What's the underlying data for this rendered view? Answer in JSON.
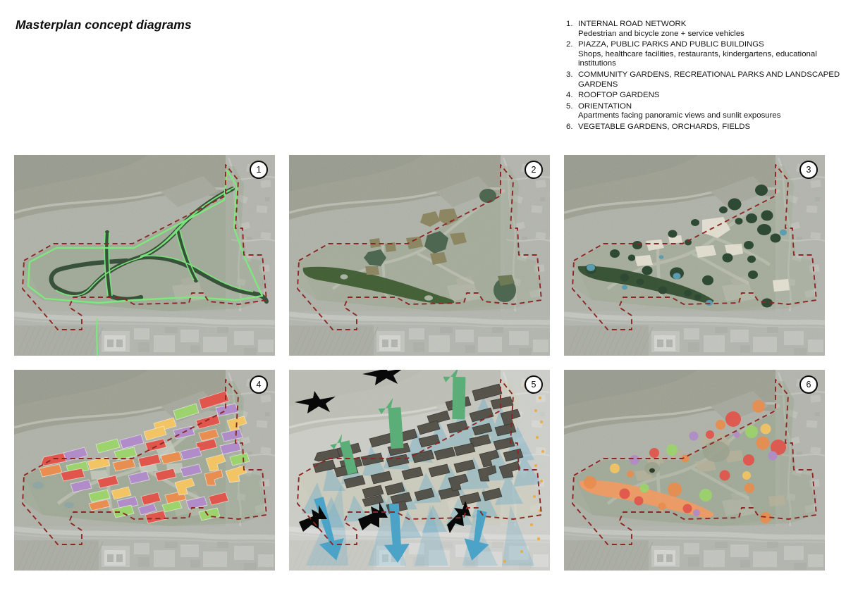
{
  "page": {
    "title": "Masterplan concept diagrams"
  },
  "legend": {
    "items": [
      {
        "number": "1.",
        "title": "INTERNAL ROAD NETWORK",
        "subtitle": "Pedestrian and bicycle zone + service vehicles"
      },
      {
        "number": "2.",
        "title": "PIAZZA, PUBLIC PARKS AND PUBLIC BUILDINGS",
        "subtitle": "Shops, healthcare facilities, restaurants, kindergartens, educational institutions"
      },
      {
        "number": "3.",
        "title": "COMMUNITY GARDENS, RECREATIONAL PARKS AND LANDSCAPED GARDENS",
        "subtitle": ""
      },
      {
        "number": "4.",
        "title": "ROOFTOP GARDENS",
        "subtitle": ""
      },
      {
        "number": "5.",
        "title": "ORIENTATION",
        "subtitle": "Apartments facing panoramic views and sunlit exposures"
      },
      {
        "number": "6.",
        "title": "VEGETABLE GARDENS, ORCHARDS, FIELDS",
        "subtitle": ""
      }
    ]
  },
  "panels": [
    {
      "badge": "1",
      "name": "internal-road-network",
      "caption": "INTERNAL ROAD NETWORK"
    },
    {
      "badge": "2",
      "name": "piazza-public-parks-public-buildings",
      "caption": "PIAZZA, PUBLIC PARKS AND PUBLIC BUILDINGS"
    },
    {
      "badge": "3",
      "name": "community-gardens-recreational-parks",
      "caption": "COMMUNITY GARDENS, RECREATIONAL PARKS AND LANDSCAPED GARDENS"
    },
    {
      "badge": "4",
      "name": "rooftop-gardens",
      "caption": "ROOFTOP GARDENS"
    },
    {
      "badge": "5",
      "name": "orientation",
      "caption": "ORIENTATION"
    },
    {
      "badge": "6",
      "name": "vegetable-gardens-orchards-fields",
      "caption": "VEGETABLE GARDENS, ORCHARDS, FIELDS"
    }
  ],
  "colors": {
    "site_boundary_dashed": "#8d2723",
    "site_outline_green": "#7ee87e",
    "road_dark_green": "#2f4a33",
    "piazza_center": "#4e6750",
    "piazza_building": "#8d8662",
    "linear_park_green": "#3c5a30",
    "tree_green": "#2e4a35",
    "pond_teal": "#5b9caf",
    "landscape_beige": "#e4e0d2",
    "roof_red": "#e0564c",
    "roof_green": "#9cd36c",
    "roof_purple": "#b08cc8",
    "roof_orange": "#e88e50",
    "roof_yellow": "#f2c463",
    "building_dark": "#4e4a42",
    "view_cone_blue": "#5aa8ca",
    "arrow_green": "#5bae78",
    "arrow_blue": "#4ba3c7",
    "arrow_black": "#080808",
    "garden_strip_orange": "#ef9a62",
    "aerial_field": "#a9ada0",
    "aerial_forest": "#8e8f7e",
    "aerial_urban": "#c2c4c2"
  }
}
